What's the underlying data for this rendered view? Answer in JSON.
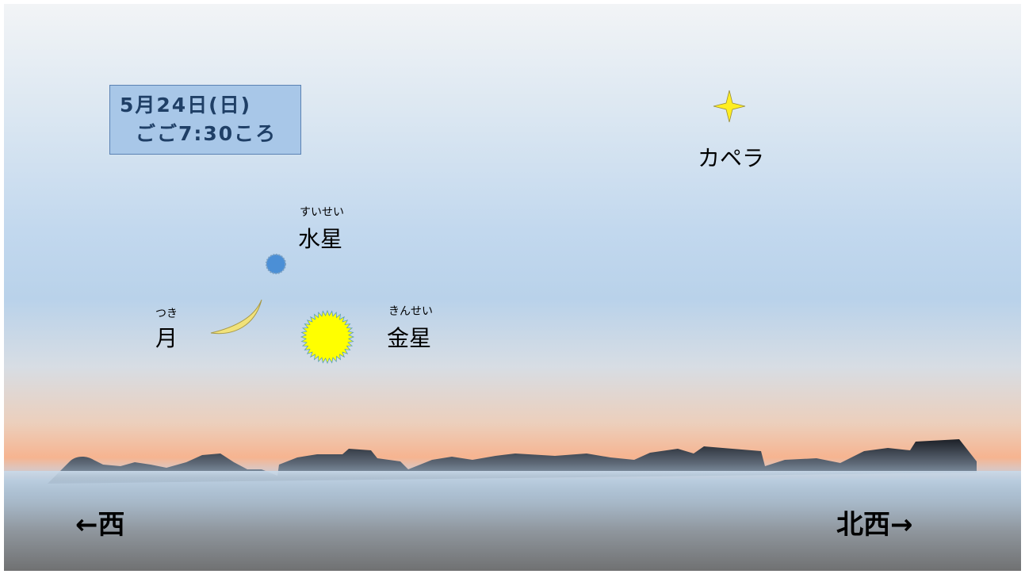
{
  "date_box": {
    "line1": "5月24日(日)",
    "line2": "ごご7:30ころ"
  },
  "objects": {
    "capella": {
      "label": "カペラ",
      "icon": "star-icon",
      "color": "#ffee22"
    },
    "mercury": {
      "label": "水星",
      "ruby": "すいせい",
      "icon": "planet-icon",
      "color": "#4b8fd6"
    },
    "moon": {
      "label": "月",
      "ruby": "つき",
      "icon": "crescent-moon-icon",
      "color": "#f1e27a"
    },
    "venus": {
      "label": "金星",
      "ruby": "きんせい",
      "icon": "sun-burst-icon",
      "color": "#ffff00"
    }
  },
  "directions": {
    "west": "←西",
    "northwest": "北西→"
  }
}
